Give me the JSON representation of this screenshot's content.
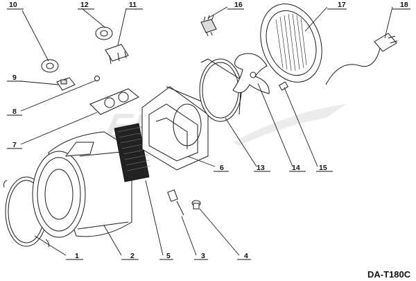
{
  "diagram": {
    "model_code": "DA-T180C",
    "watermark": "ERA",
    "callouts": [
      {
        "id": "1",
        "label": "1"
      },
      {
        "id": "2",
        "label": "2"
      },
      {
        "id": "3",
        "label": "3"
      },
      {
        "id": "4",
        "label": "4"
      },
      {
        "id": "5",
        "label": "5"
      },
      {
        "id": "6",
        "label": "6"
      },
      {
        "id": "7",
        "label": "7"
      },
      {
        "id": "8",
        "label": "8"
      },
      {
        "id": "9",
        "label": "9"
      },
      {
        "id": "10",
        "label": "10"
      },
      {
        "id": "11",
        "label": "11"
      },
      {
        "id": "12",
        "label": "12"
      },
      {
        "id": "13",
        "label": "13"
      },
      {
        "id": "14",
        "label": "14"
      },
      {
        "id": "15",
        "label": "15"
      },
      {
        "id": "16",
        "label": "16"
      },
      {
        "id": "17",
        "label": "17"
      },
      {
        "id": "18",
        "label": "18"
      }
    ]
  }
}
